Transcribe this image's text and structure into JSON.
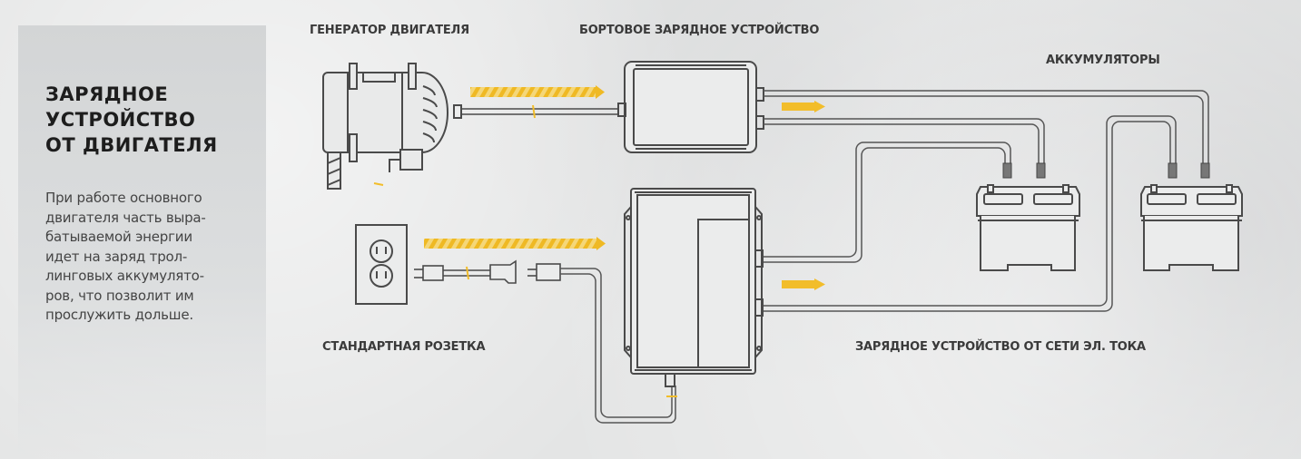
{
  "sidebar": {
    "title_lines": [
      "ЗАРЯДНОЕ",
      "УСТРОЙСТВО",
      "ОТ ДВИГАТЕЛЯ"
    ],
    "description_lines": [
      "При работе основного",
      "двигателя часть выра-",
      "батываемой энергии",
      "идет на заряд трол-",
      "линговых аккумулято-",
      "ров, что позволит им",
      "прослужить дольше."
    ]
  },
  "labels": {
    "engine_generator": "ГЕНЕРАТОР ДВИГАТЕЛЯ",
    "onboard_charger": "БОРТОВОЕ ЗАРЯДНОЕ УСТРОЙСТВО",
    "batteries": "АККУМУЛЯТОРЫ",
    "standard_outlet": "СТАНДАРТНАЯ РОЗЕТКА",
    "mains_charger": "ЗАРЯДНОЕ УСТРОЙСТВО ОТ СЕТИ ЭЛ. ТОКА"
  },
  "colors": {
    "accent": "#f2bd2a",
    "line": "#4a4a4a",
    "background": "#e4e5e5"
  },
  "icons": {
    "generator": "alternator-icon",
    "onboard_charger": "onboard-charger-icon",
    "outlet": "power-outlet-icon",
    "plug": "power-plug-icon",
    "mains_charger": "ac-charger-icon",
    "battery": "battery-icon",
    "energy_flow": "energy-flow-arrow-icon",
    "output_arrow": "output-arrow-icon"
  }
}
